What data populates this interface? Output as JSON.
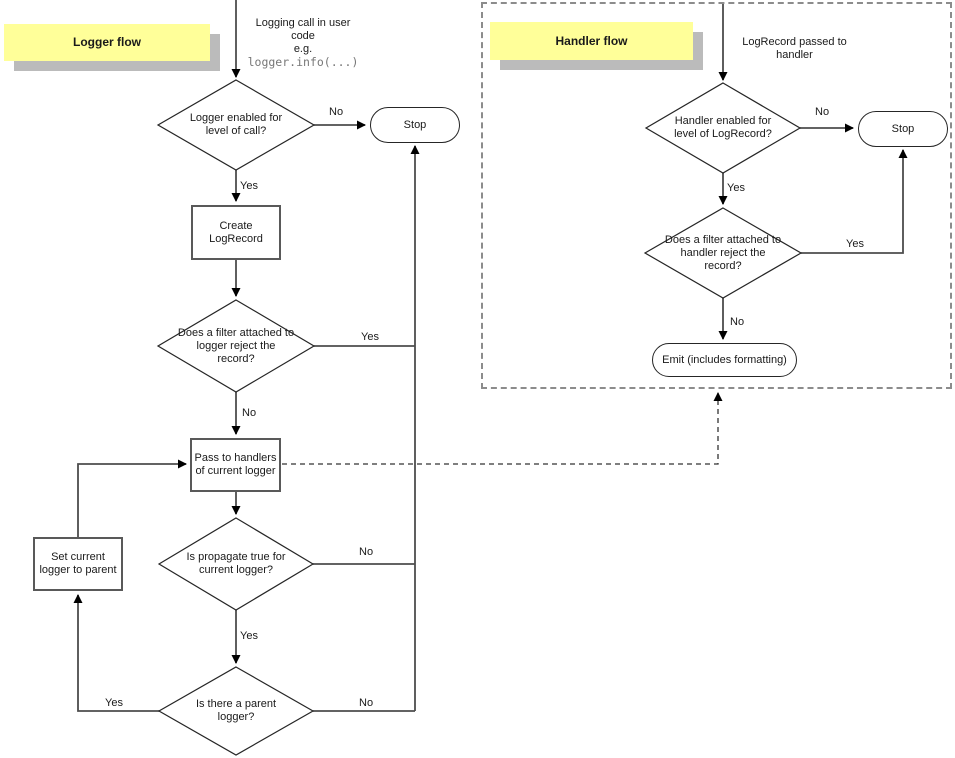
{
  "logger": {
    "title": "Logger flow",
    "start_note": {
      "line1": "Logging call in user",
      "line2": "code",
      "line3": "e.g.",
      "code": "logger.info(...)"
    },
    "decision_enabled": "Logger enabled for level of call?",
    "stop": "Stop",
    "create_box": "Create LogRecord",
    "decision_filter": "Does a filter attached to logger reject the record?",
    "pass_box": "Pass to handlers of current logger",
    "decision_propagate": "Is propagate true for current logger?",
    "decision_parent": "Is there a parent logger?",
    "set_parent_box": "Set current logger to parent"
  },
  "handler": {
    "title": "Handler flow",
    "start_note": "LogRecord passed to handler",
    "decision_enabled": "Handler enabled for level of LogRecord?",
    "stop": "Stop",
    "decision_filter": "Does a filter attached to handler reject the record?",
    "emit": "Emit (includes formatting)"
  },
  "labels": {
    "yes": "Yes",
    "no": "No"
  },
  "colors": {
    "note_background": "#ffff99",
    "note_shadow": "#bbbbbb",
    "connector_line": "#4d4d4d",
    "arrowhead": "#000000",
    "shape_border": "#262626",
    "code_text": "#777777"
  }
}
